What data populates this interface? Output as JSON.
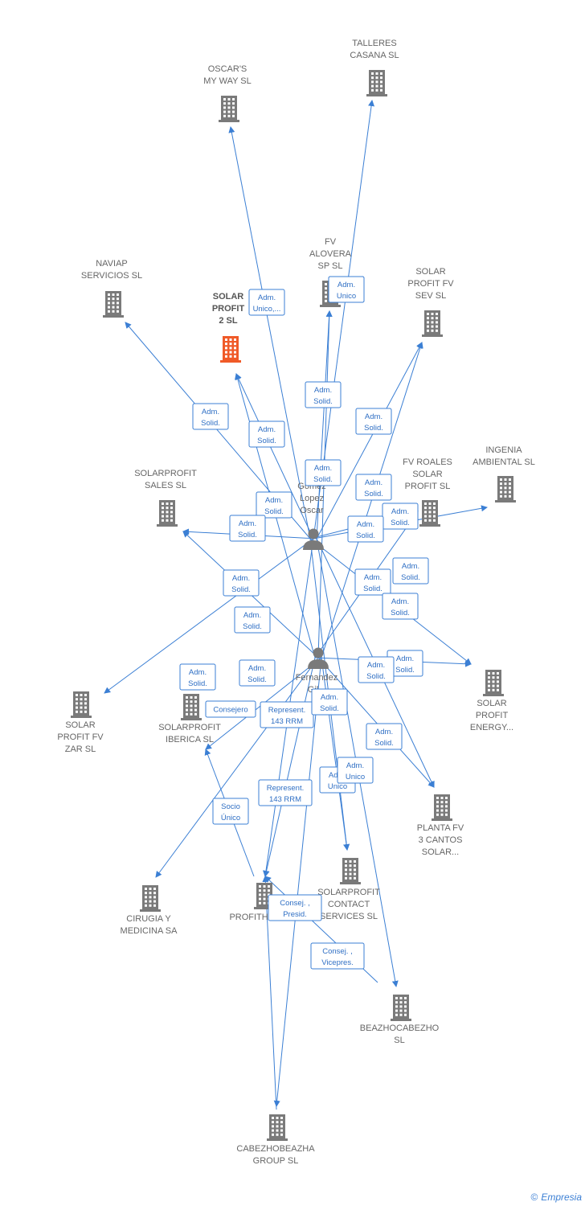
{
  "colors": {
    "building": "#7a7a7a",
    "focus_building": "#f05a28",
    "edge": "#3b7fd4",
    "person": "#7a7a7a"
  },
  "companies": [
    {
      "id": "talleres",
      "lines": [
        "TALLERES",
        "CASANA  SL"
      ]
    },
    {
      "id": "oscars",
      "lines": [
        "OSCAR'S",
        "MY WAY  SL"
      ]
    },
    {
      "id": "fvalovera",
      "lines": [
        "FV",
        "ALOVERA",
        "SP  SL"
      ]
    },
    {
      "id": "naviap",
      "lines": [
        "NAVIAP",
        "SERVICIOS  SL"
      ]
    },
    {
      "id": "solarprofit2",
      "lines": [
        "SOLAR",
        "PROFIT",
        "2  SL"
      ],
      "focus": true
    },
    {
      "id": "solarprofitsev",
      "lines": [
        "SOLAR",
        "PROFIT FV",
        "SEV  SL"
      ]
    },
    {
      "id": "fvroales",
      "lines": [
        "FV ROALES",
        "SOLAR",
        "PROFIT  SL"
      ]
    },
    {
      "id": "ingenia",
      "lines": [
        "INGENIA",
        "AMBIENTAL SL"
      ]
    },
    {
      "id": "solarprofitsales",
      "lines": [
        "SOLARPROFIT",
        "SALES  SL"
      ]
    },
    {
      "id": "solarprofitenergy",
      "lines": [
        "SOLAR",
        "PROFIT",
        "ENERGY..."
      ]
    },
    {
      "id": "solarprofitzar",
      "lines": [
        "SOLAR",
        "PROFIT FV",
        "ZAR  SL"
      ]
    },
    {
      "id": "solarprofitiberica",
      "lines": [
        "SOLARPROFIT",
        "IBERICA  SL"
      ]
    },
    {
      "id": "plantafv",
      "lines": [
        "PLANTA FV",
        "3 CANTOS",
        "SOLAR..."
      ]
    },
    {
      "id": "cirugia",
      "lines": [
        "CIRUGIA Y",
        "MEDICINA SA"
      ]
    },
    {
      "id": "profitholding",
      "lines": [
        "PROFITHOLDI..."
      ]
    },
    {
      "id": "solarprofitcontact",
      "lines": [
        "SOLARPROFIT",
        "CONTACT",
        "SERVICES  SL"
      ]
    },
    {
      "id": "beazhocabezho",
      "lines": [
        "BEAZHOCABEZHO",
        "SL"
      ]
    },
    {
      "id": "cabezhobeazha",
      "lines": [
        "CABEZHOBEAZHA",
        "GROUP  SL"
      ]
    }
  ],
  "persons": [
    {
      "id": "gomez",
      "lines": [
        "Gomez",
        "Lopez",
        "Oscar"
      ]
    },
    {
      "id": "fernandez",
      "lines": [
        "Fernandez",
        "Gil..."
      ]
    }
  ],
  "edges": [
    {
      "from": "gomez",
      "to": "oscars"
    },
    {
      "from": "gomez",
      "to": "talleres"
    },
    {
      "from": "gomez",
      "to": "fvalovera"
    },
    {
      "from": "gomez",
      "to": "naviap"
    },
    {
      "from": "gomez",
      "to": "solarprofit2"
    },
    {
      "from": "gomez",
      "to": "solarprofitsev"
    },
    {
      "from": "gomez",
      "to": "fvroales"
    },
    {
      "from": "gomez",
      "to": "ingenia"
    },
    {
      "from": "gomez",
      "to": "solarprofitsales"
    },
    {
      "from": "gomez",
      "to": "solarprofitenergy"
    },
    {
      "from": "gomez",
      "to": "solarprofitzar"
    },
    {
      "from": "gomez",
      "to": "plantafv"
    },
    {
      "from": "gomez",
      "to": "solarprofitcontact"
    },
    {
      "from": "gomez",
      "to": "profitholding"
    },
    {
      "from": "gomez",
      "to": "beazhocabezho"
    },
    {
      "from": "fernandez",
      "to": "solarprofit2"
    },
    {
      "from": "fernandez",
      "to": "fvalovera"
    },
    {
      "from": "fernandez",
      "to": "solarprofitsev"
    },
    {
      "from": "fernandez",
      "to": "fvroales"
    },
    {
      "from": "fernandez",
      "to": "solarprofitsales"
    },
    {
      "from": "fernandez",
      "to": "solarprofitiberica"
    },
    {
      "from": "fernandez",
      "to": "solarprofitenergy"
    },
    {
      "from": "fernandez",
      "to": "plantafv"
    },
    {
      "from": "fernandez",
      "to": "solarprofitcontact"
    },
    {
      "from": "fernandez",
      "to": "profitholding"
    },
    {
      "from": "fernandez",
      "to": "cirugia"
    },
    {
      "from": "fernandez",
      "to": "cabezhobeazha"
    },
    {
      "from": "solarprofitiberica_src",
      "to": "solarprofitiberica"
    },
    {
      "from": "beazho_src",
      "to": "profitholding"
    },
    {
      "from": "cabezho_src",
      "to": "profitholding"
    }
  ],
  "badges": [
    {
      "lines": [
        "Adm.",
        "Unico,..."
      ]
    },
    {
      "lines": [
        "Adm.",
        "Unico"
      ]
    },
    {
      "lines": [
        "Adm.",
        "Solid."
      ]
    },
    {
      "lines": [
        "Adm.",
        "Unico"
      ]
    },
    {
      "lines": [
        "Adm.",
        "Solid."
      ]
    },
    {
      "lines": [
        "Adm.",
        "Solid."
      ]
    },
    {
      "lines": [
        "Adm.",
        "Solid."
      ]
    },
    {
      "lines": [
        "Adm.",
        "Solid."
      ]
    },
    {
      "lines": [
        "Adm.",
        "Solid."
      ]
    },
    {
      "lines": [
        "Adm.",
        "Solid."
      ]
    },
    {
      "lines": [
        "Adm.",
        "Solid."
      ]
    },
    {
      "lines": [
        "Adm.",
        "Solid."
      ]
    },
    {
      "lines": [
        "Adm.",
        "Solid."
      ]
    },
    {
      "lines": [
        "Adm.",
        "Solid."
      ]
    },
    {
      "lines": [
        "Adm.",
        "Solid."
      ]
    },
    {
      "lines": [
        "Adm.",
        "Solid."
      ]
    },
    {
      "lines": [
        "Adm.",
        "Solid."
      ]
    },
    {
      "lines": [
        "Adm.",
        "Solid."
      ]
    },
    {
      "lines": [
        "Adm.",
        "Solid."
      ]
    },
    {
      "lines": [
        "Adm.",
        "Solid."
      ]
    },
    {
      "lines": [
        "Adm.",
        "Solid."
      ]
    },
    {
      "lines": [
        "Consejero"
      ]
    },
    {
      "lines": [
        "Represent.",
        "143 RRM"
      ]
    },
    {
      "lines": [
        "Adm.",
        "Solid."
      ]
    },
    {
      "lines": [
        "Adm.",
        "Solid."
      ]
    },
    {
      "lines": [
        "Socio",
        "Único"
      ]
    },
    {
      "lines": [
        "Represent.",
        "143 RRM"
      ]
    },
    {
      "lines": [
        "Adm.",
        "Solid."
      ]
    },
    {
      "lines": [
        "Adm.",
        "Unico"
      ]
    },
    {
      "lines": [
        "Adm.",
        "Unico"
      ]
    },
    {
      "lines": [
        "Consej. ,",
        "Presid."
      ]
    },
    {
      "lines": [
        "Consej. ,",
        "Vicepres."
      ]
    }
  ],
  "footer": {
    "copyright": "©",
    "brand": "Empresia"
  }
}
